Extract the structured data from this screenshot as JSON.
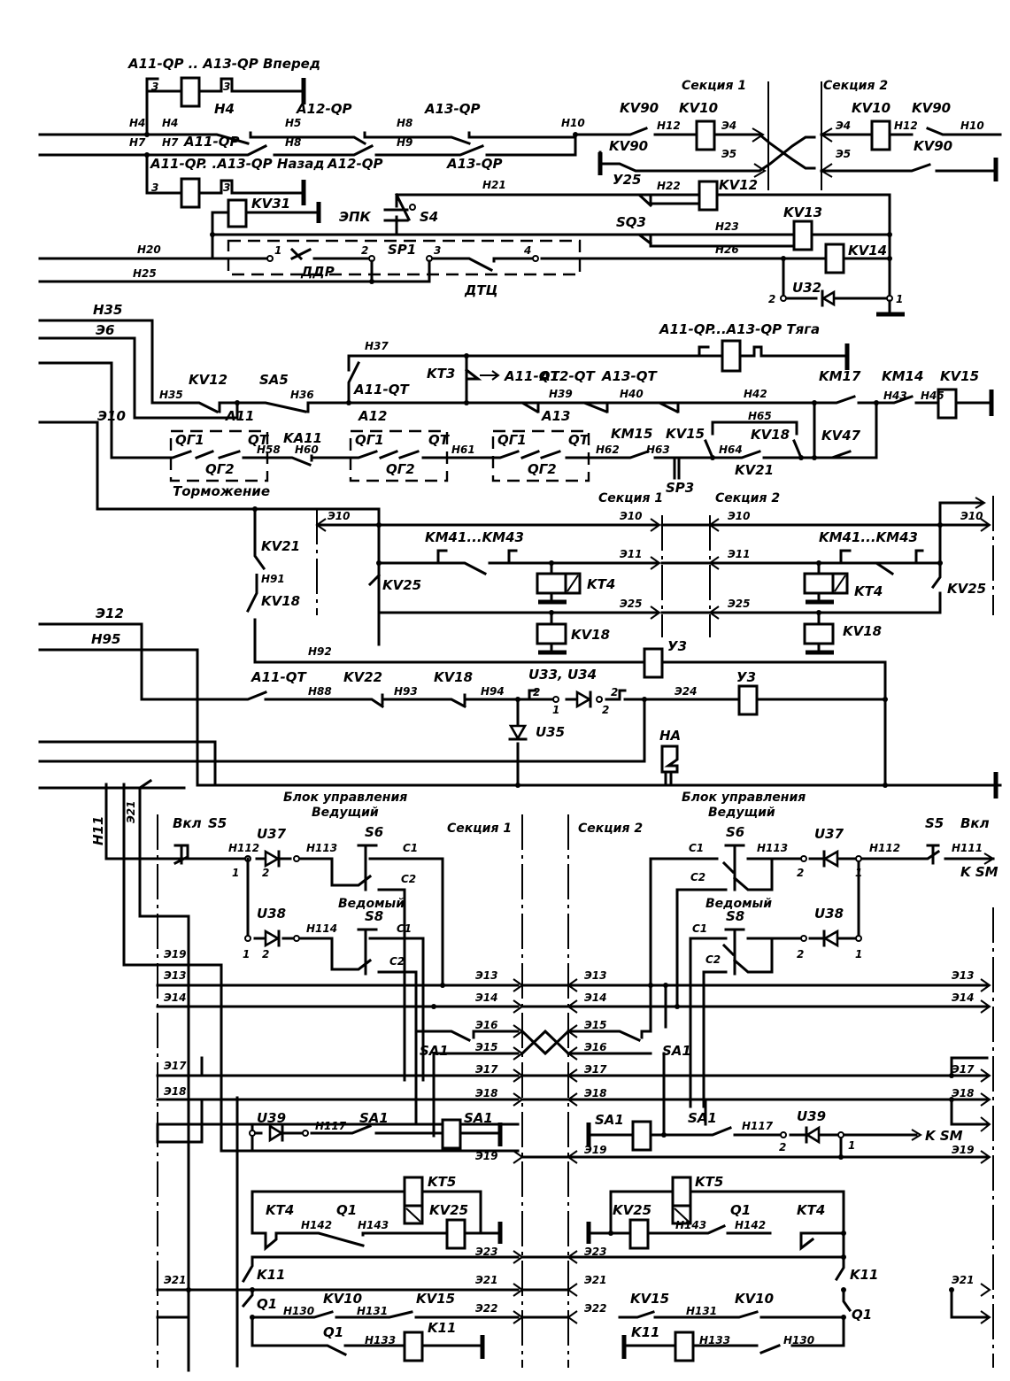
{
  "diagram": {
    "type": "electrical-control-schematic",
    "language": "ru",
    "top_block": {
      "forward_label": "A11-QP .. A13-QP  Вперед",
      "reverse_label": "A11-QP. .A13-QP  Назад",
      "traction_label": "A11-QP...A13-QP  Тяга",
      "wires": [
        "H4",
        "H4",
        "H5",
        "H8",
        "H10",
        "H7",
        "H7",
        "H8",
        "H9",
        "H12",
        "H20",
        "H21",
        "H22",
        "H23",
        "H25",
        "H26"
      ],
      "contacts": [
        "A11-QP",
        "A12-QP",
        "A13-QP",
        "A11-QP",
        "A12-QP",
        "A13-QP"
      ],
      "kv31": "KV31",
      "epk": "ЭПК",
      "s4": "S4",
      "sp1": "SP1",
      "ddr": "ДДР",
      "dtc": "ДТЦ",
      "sp1_terms": [
        "1",
        "2",
        "3",
        "4"
      ],
      "sq3": "SQ3",
      "kv12": "KV12",
      "kv13": "KV13",
      "kv14": "KV14",
      "u32": "U32",
      "u32_terms": [
        "2",
        "1"
      ],
      "y25": "У25",
      "section1": "Секция 1",
      "section2": "Секция 2",
      "sec_left": {
        "kv90a": "KV90",
        "kv10": "KV10",
        "kv90b": "KV90",
        "h10": "H10",
        "h12": "H12",
        "e4": "Э4",
        "e5": "Э5"
      },
      "sec_right": {
        "kv10": "KV10",
        "kv90a": "KV90",
        "kv90b": "KV90",
        "h12": "H12",
        "h10": "H10",
        "e4": "Э4",
        "e5": "Э5"
      }
    },
    "traction_block": {
      "h35a": "H35",
      "e6": "Э6",
      "e10": "Э10",
      "h35b": "H35",
      "kv12": "KV12",
      "sa5": "SA5",
      "h36": "H36",
      "h37": "H37",
      "a11_qt": "A11-QT",
      "kt3": "KT3",
      "kt3_arrow": "A11-QT",
      "a12_qt": "A12-QT",
      "a13_qt": "A13-QT",
      "a11": "A11",
      "a12": "A12",
      "a13": "A13",
      "qg1": "QГ1",
      "qg2": "QГ2",
      "qt": "QT",
      "ka11": "KA11",
      "h58": "H58",
      "h60": "H60",
      "h61": "H61",
      "h62": "H62",
      "h63": "H63",
      "h64": "H64",
      "h65": "H65",
      "h39": "H39",
      "h40": "H40",
      "h42": "H42",
      "h43": "H43",
      "h45": "H45",
      "km15": "KM15",
      "kv15a": "KV15",
      "kv18": "KV18",
      "kv21": "KV21",
      "sp3": "SP3",
      "km17": "KM17",
      "km14": "KM14",
      "kv15b": "KV15",
      "kv47": "KV47",
      "braking": "Торможение"
    },
    "brake_block": {
      "section1": "Секция 1",
      "section2": "Секция 2",
      "kv21": "KV21",
      "h91": "H91",
      "kv18": "KV18",
      "e10": "Э10",
      "e11": "Э11",
      "e25": "Э25",
      "km41_43": "KM41...KM43",
      "kv25": "KV25",
      "kt4": "KT4",
      "kv18coil": "KV18",
      "e12": "Э12",
      "h95": "H95",
      "h92": "H92",
      "y3": "У3",
      "a11_qt": "A11-QT",
      "kv22": "KV22",
      "kv18c": "KV18",
      "h88": "H88",
      "h93": "H93",
      "h94": "H94",
      "u33_34": "U33, U34",
      "u35": "U35",
      "e24": "Э24",
      "ha": "HA",
      "terms": [
        "2",
        "1",
        "2",
        "2"
      ]
    },
    "control_block": {
      "title": "Блок управления",
      "master": "Ведущий",
      "slave": "Ведомый",
      "section1": "Секция 1",
      "section2": "Секция 2",
      "on": "Вкл",
      "s5": "S5",
      "s6": "S6",
      "s8": "S8",
      "u37": "U37",
      "u38": "U38",
      "u39": "U39",
      "h11": "H11",
      "e21v": "Э21",
      "h111": "H111",
      "h112": "H112",
      "h113": "H113",
      "h114": "H114",
      "h117": "H117",
      "c1": "C1",
      "c2": "C2",
      "sa1": "SA1",
      "to_sm": "K SM",
      "trainline_left": [
        "Э19",
        "Э13",
        "Э14",
        "Э17",
        "Э18",
        "Э21"
      ],
      "trainline_sec1": [
        "Э13",
        "Э14",
        "Э16",
        "Э15",
        "Э17",
        "Э18",
        "Э19",
        "Э23",
        "Э21",
        "Э22"
      ],
      "trainline_sec2": [
        "Э13",
        "Э14",
        "Э15",
        "Э16",
        "Э17",
        "Э18",
        "Э19",
        "Э23",
        "Э21",
        "Э22"
      ],
      "trainline_right": [
        "Э13",
        "Э14",
        "Э17",
        "Э18",
        "Э19",
        "Э21"
      ],
      "kt5": "KT5",
      "kt4": "KT4",
      "kv25": "KV25",
      "q1": "Q1",
      "k11": "K11",
      "kv10": "KV10",
      "kv15": "KV15",
      "h130": "H130",
      "h131": "H131",
      "h133": "H133",
      "h142": "H142",
      "h143": "H143"
    }
  }
}
